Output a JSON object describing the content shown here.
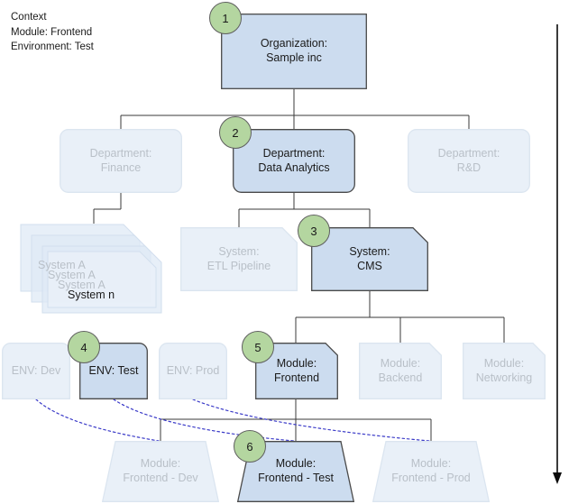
{
  "context": {
    "name": "context-block",
    "lines": "Context\nModule: Frontend\nEnvironment: Test"
  },
  "colors": {
    "active_fill": "#ccdcef",
    "active_border": "#4a4a4a",
    "faded_fill": "#e9f0f8",
    "faded_border": "#dbe5f0",
    "faded_text": "#b9c0c8",
    "active_text": "#1a1a1a",
    "badge_fill": "#b4d6a0",
    "badge_border": "#5f5f5f",
    "edge": "#3a3a3a",
    "dashed_edge": "#3b3bc8"
  },
  "badges": [
    {
      "id": "badge-1",
      "label": "1"
    },
    {
      "id": "badge-2",
      "label": "2"
    },
    {
      "id": "badge-3",
      "label": "3"
    },
    {
      "id": "badge-4",
      "label": "4"
    },
    {
      "id": "badge-5",
      "label": "5"
    },
    {
      "id": "badge-6",
      "label": "6"
    }
  ],
  "levels": {
    "organization": {
      "nodes": [
        {
          "name": "node-organization-sample-inc",
          "label": "Organization:\nSample inc",
          "state": "active"
        }
      ]
    },
    "department": {
      "nodes": [
        {
          "name": "node-department-finance",
          "label": "Department:\nFinance",
          "state": "faded"
        },
        {
          "name": "node-department-data-analytics",
          "label": "Department:\nData Analytics",
          "state": "active"
        },
        {
          "name": "node-department-rnd",
          "label": "Department:\nR&D",
          "state": "faded"
        }
      ]
    },
    "system": {
      "stack": {
        "name": "node-system-stack",
        "labels": [
          "System A",
          "System A",
          "System A",
          "System n"
        ],
        "state": "faded"
      },
      "nodes": [
        {
          "name": "node-system-etl-pipeline",
          "label": "System:\nETL Pipeline",
          "state": "faded"
        },
        {
          "name": "node-system-cms",
          "label": "System:\nCMS",
          "state": "active"
        }
      ]
    },
    "environment": {
      "nodes": [
        {
          "name": "node-env-dev",
          "label": "ENV: Dev",
          "state": "faded"
        },
        {
          "name": "node-env-test",
          "label": "ENV: Test",
          "state": "active"
        },
        {
          "name": "node-env-prod",
          "label": "ENV: Prod",
          "state": "faded"
        }
      ]
    },
    "module": {
      "nodes": [
        {
          "name": "node-module-frontend",
          "label": "Module:\nFrontend",
          "state": "active"
        },
        {
          "name": "node-module-backend",
          "label": "Module:\nBackend",
          "state": "faded"
        },
        {
          "name": "node-module-networking",
          "label": "Module:\nNetworking",
          "state": "faded"
        }
      ]
    },
    "deployment": {
      "nodes": [
        {
          "name": "node-module-frontend-dev",
          "label": "Module:\nFrontend - Dev",
          "state": "faded"
        },
        {
          "name": "node-module-frontend-test",
          "label": "Module:\nFrontend - Test",
          "state": "active"
        },
        {
          "name": "node-module-frontend-prod",
          "label": "Module:\nFrontend - Prod",
          "state": "faded"
        }
      ]
    }
  },
  "flow_arrow": {
    "name": "flow-direction-arrow",
    "orientation": "vertical-down"
  }
}
